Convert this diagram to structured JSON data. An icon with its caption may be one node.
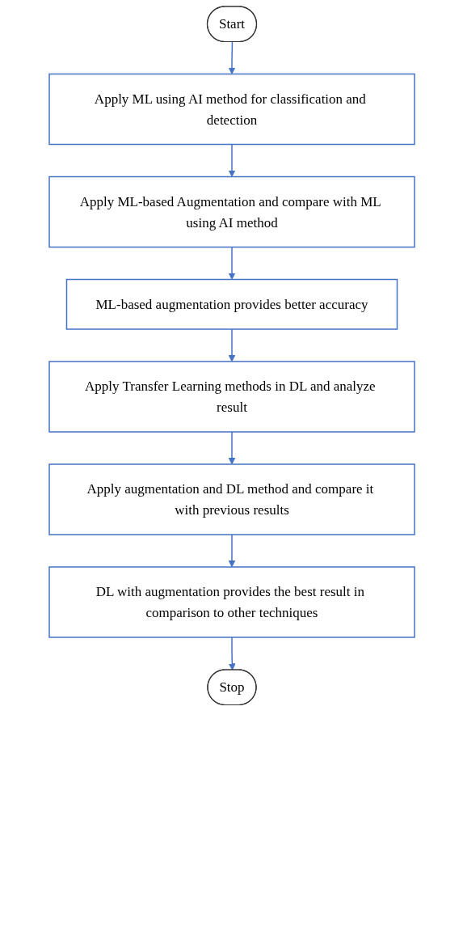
{
  "diagram": {
    "nodes": [
      {
        "text": [
          "Start"
        ]
      },
      {
        "text": [
          "Apply ML using AI method for classification and detection"
        ]
      },
      {
        "text": [
          "Apply ML-based Augmentation and compare with ML using AI method"
        ]
      },
      {
        "text": [
          "ML-based augmentation provides better accuracy"
        ]
      },
      {
        "text": [
          "Apply Transfer Learning methods in DL and analyze result"
        ]
      },
      {
        "text": [
          "Apply augmentation and DL method and compare it with previous results"
        ]
      },
      {
        "text": [
          "DL with augmentation provides the best result in comparison to other techniques"
        ]
      },
      {
        "text": [
          "Stop"
        ]
      }
    ],
    "edges": [
      {
        "from": 0,
        "to": 1,
        "arrow": "to"
      },
      {
        "from": 1,
        "to": 2,
        "arrow": "to"
      },
      {
        "from": 2,
        "to": 3,
        "arrow": "to"
      },
      {
        "from": 3,
        "to": 4,
        "arrow": "to"
      },
      {
        "from": 4,
        "to": 5,
        "arrow": "to"
      },
      {
        "from": 5,
        "to": 6,
        "arrow": "to"
      },
      {
        "from": 6,
        "to": 7,
        "arrow": "to"
      }
    ]
  }
}
